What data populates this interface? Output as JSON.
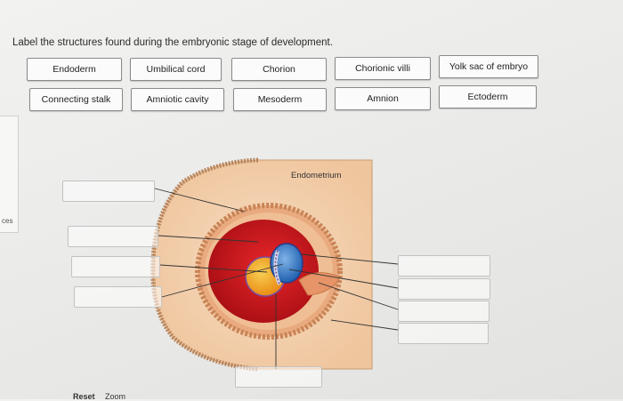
{
  "instruction": "Label the structures found during the embryonic stage of development.",
  "side_tab": "ces",
  "label_bank": [
    "Endoderm",
    "Umbilical cord",
    "Chorion",
    "Chorionic villi",
    "Yolk sac of embryo",
    "Connecting stalk",
    "Amniotic cavity",
    "Mesoderm",
    "Amnion",
    "Ectoderm"
  ],
  "diagram": {
    "endometrium_label": "Endometrium",
    "colors": {
      "uterine_wall": "#f2cda8",
      "placenta": "#e3a27c",
      "chorionic_cavity": "#c8151b",
      "amniotic_cavity": "#3b7fc8",
      "yolk_sac": "#f2a81d"
    }
  },
  "footer": {
    "reset": "Reset",
    "zoom": "Zoom"
  }
}
